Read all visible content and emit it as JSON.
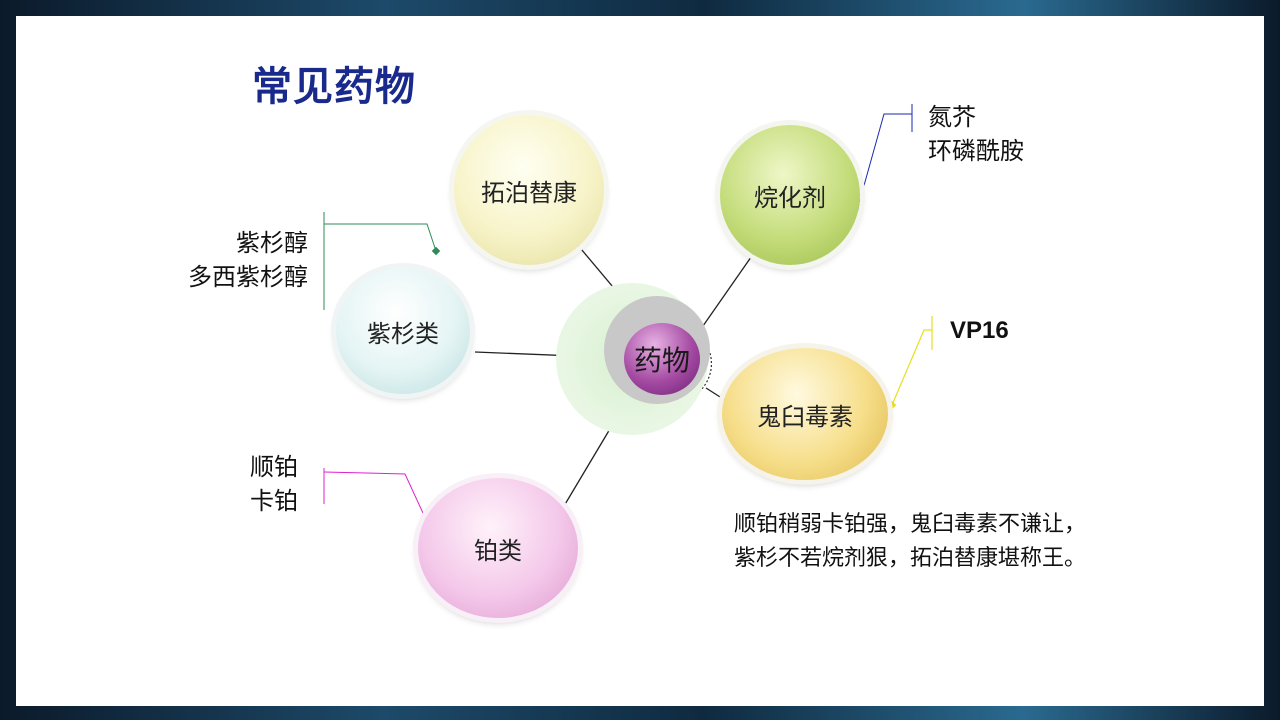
{
  "title": "常见药物",
  "center": {
    "label": "药物"
  },
  "categories": [
    {
      "id": "tuopo",
      "label": "拓泊替康",
      "drugs": []
    },
    {
      "id": "wantua",
      "label": "烷化剂",
      "drugs": [
        "氮芥",
        "环磷酰胺"
      ],
      "accent": "#1a2ab0"
    },
    {
      "id": "zishan",
      "label": "紫杉类",
      "drugs": [
        "紫杉醇",
        "多西紫杉醇"
      ],
      "accent": "#2e8b57"
    },
    {
      "id": "guijiu",
      "label": "鬼臼毒素",
      "drugs": [
        "VP16"
      ],
      "accent": "#e6e020"
    },
    {
      "id": "bo",
      "label": "铂类",
      "drugs": [
        "顺铂",
        "卡铂"
      ],
      "accent": "#e020d0"
    }
  ],
  "mnemonic": [
    "顺铂稍弱卡铂强，鬼臼毒素不谦让，",
    "紫杉不若烷剂狠，拓泊替康堪称王。"
  ]
}
